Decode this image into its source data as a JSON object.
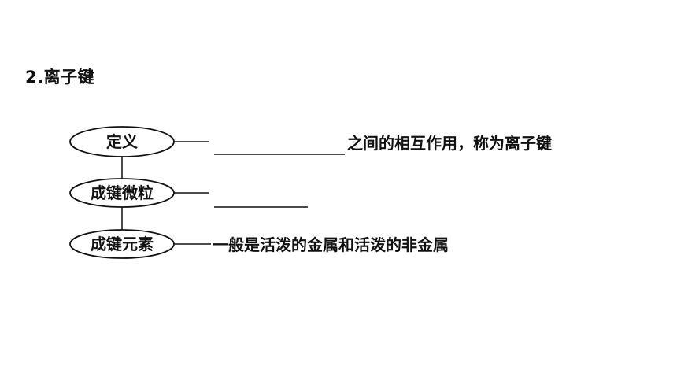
{
  "section": {
    "title": "2.离子键"
  },
  "diagram": {
    "nodes": [
      {
        "id": "definition",
        "label": "定义",
        "text": "之间的相互作用，称为离子键"
      },
      {
        "id": "bonding-particles",
        "label": "成键微粒",
        "text": ""
      },
      {
        "id": "bonding-elements",
        "label": "成键元素",
        "text": "一般是活泼的金属和活泼的非金属"
      }
    ]
  }
}
